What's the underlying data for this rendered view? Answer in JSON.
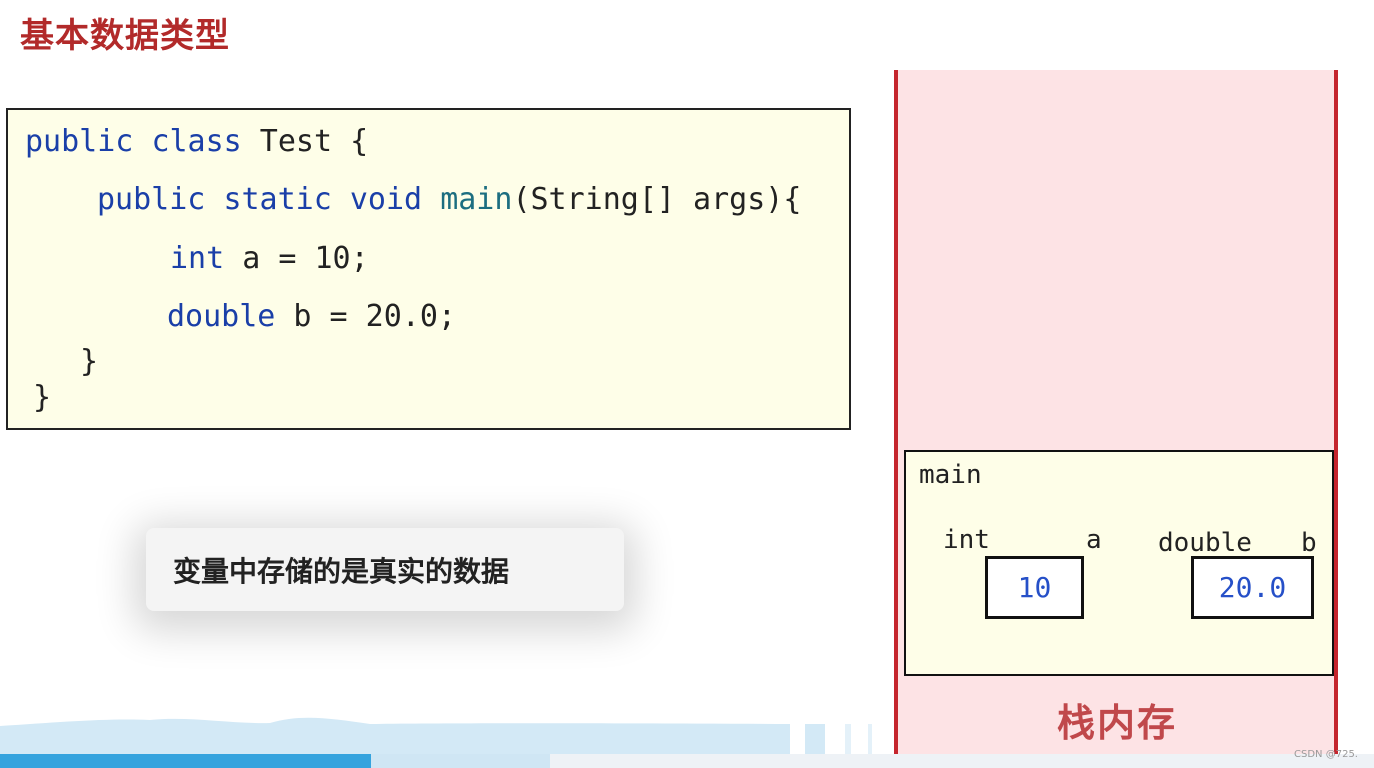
{
  "slide": {
    "title": "基本数据类型"
  },
  "code": {
    "line1": {
      "kw1": "public",
      "kw2": "class",
      "rest": " Test {"
    },
    "line2": {
      "kw1": "public",
      "kw2": "static",
      "kw3": "void",
      "fn": "main",
      "rest": "(String[] args){"
    },
    "line3": {
      "kw": "int",
      "rest": " a = 10;"
    },
    "line4": {
      "kw": "double",
      "rest": " b = 20.0;"
    },
    "line5": "}",
    "line6": "}"
  },
  "tip": {
    "text": "变量中存储的是真实的数据"
  },
  "stack": {
    "label": "栈内存",
    "frame": {
      "title": "main",
      "var_a": {
        "type": "int",
        "name": "a",
        "value": "10"
      },
      "var_b": {
        "type": "double",
        "name": "b",
        "value": "20.0"
      }
    }
  },
  "video": {
    "progress_fraction": 0.27,
    "buffer_fraction": 0.4
  },
  "watermark": "CSDN @725.",
  "colors": {
    "title": "#b22a2a",
    "keyword": "#1a3fa8",
    "function": "#1c6e80",
    "stack_border": "#c5252d",
    "stack_fill": "#fde3e5",
    "value_text": "#2650c8",
    "progress": "#35a3de"
  }
}
